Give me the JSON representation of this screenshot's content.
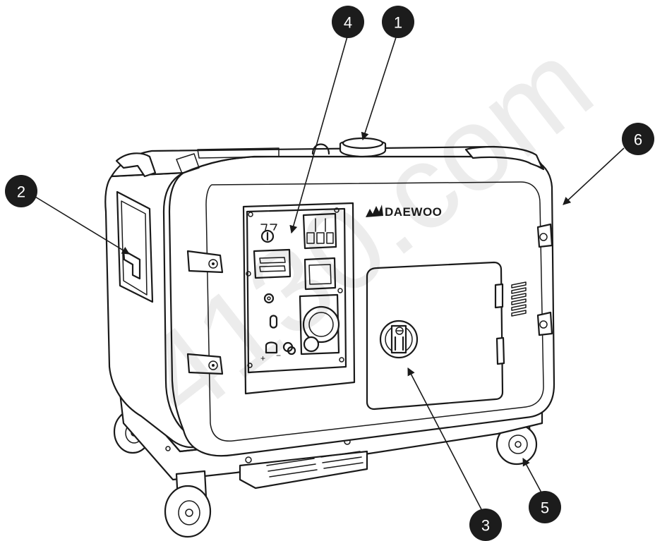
{
  "brand": {
    "name": "DAEWOO"
  },
  "watermark": {
    "text": "4130.com"
  },
  "callouts": [
    {
      "number": "1",
      "part": "fuel-cap"
    },
    {
      "number": "2",
      "part": "side-access-panel"
    },
    {
      "number": "3",
      "part": "engine-service-door"
    },
    {
      "number": "4",
      "part": "control-panel"
    },
    {
      "number": "5",
      "part": "transport-wheel"
    },
    {
      "number": "6",
      "part": "housing-frame"
    }
  ],
  "panel": {
    "plus_sign": "+",
    "minus_sign": "−"
  }
}
